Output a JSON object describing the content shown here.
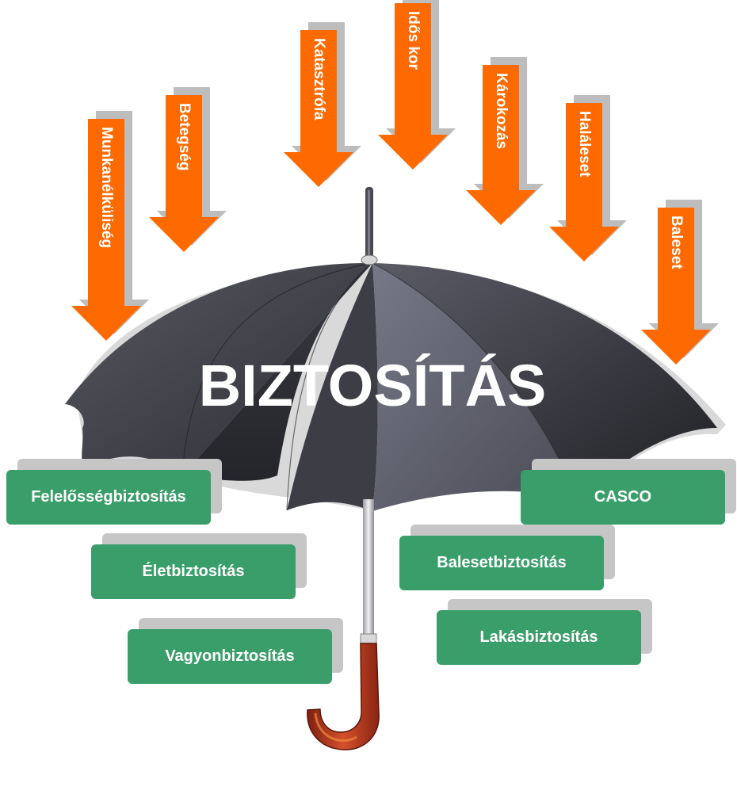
{
  "title": "BIZTOSÍTÁS",
  "risks": [
    {
      "label": "Munkanélküliség"
    },
    {
      "label": "Betegség"
    },
    {
      "label": "Katasztrófa"
    },
    {
      "label": "Idős kor"
    },
    {
      "label": "Károkozás"
    },
    {
      "label": "Haláleset"
    },
    {
      "label": "Baleset"
    }
  ],
  "insurances": [
    {
      "label": "Felelősségbiztosítás"
    },
    {
      "label": "Életbiztosítás"
    },
    {
      "label": "Vagyonbiztosítás"
    },
    {
      "label": "CASCO"
    },
    {
      "label": "Balesetbiztosítás"
    },
    {
      "label": "Lakásbiztosítás"
    }
  ],
  "colors": {
    "arrow": "#ff6a00",
    "arrow_shadow": "#bdbdbd",
    "canopy_dark": "#2e2e34",
    "canopy_light": "#6d6e7d",
    "box": "#3a9e6a",
    "box_shadow": "#c6c6c6",
    "handle": "#c0391b"
  }
}
